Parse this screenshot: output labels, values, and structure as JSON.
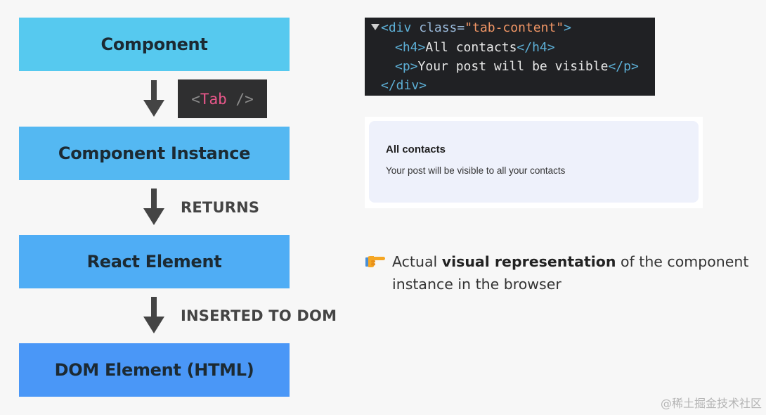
{
  "flow": {
    "boxes": [
      {
        "label": "Component",
        "color": "#56c9ef"
      },
      {
        "label": "Component Instance",
        "color": "#54b8f2"
      },
      {
        "label": "React Element",
        "color": "#4fadf5"
      },
      {
        "label": "DOM Element (HTML)",
        "color": "#4a97f7"
      }
    ],
    "tab_chip": {
      "open": "<",
      "name": "Tab",
      "close": " />"
    },
    "labels": {
      "returns": "RETURNS",
      "inserted": "INSERTED TO DOM"
    }
  },
  "code": {
    "line1": {
      "open": "<div",
      "attr": " class=",
      "value": "\"tab-content\"",
      "end": ">"
    },
    "line2": {
      "open": "<h4>",
      "text": "All contacts",
      "close": "</h4>"
    },
    "line3": {
      "open": "<p>",
      "text": "Your post will be visible",
      "close": "</p>"
    },
    "line4": "</div>"
  },
  "preview": {
    "heading": "All contacts",
    "body": "Your post will be visible to all your contacts"
  },
  "note": {
    "prefix": "Actual ",
    "bold": "visual representation",
    "suffix": " of the component",
    "line2": "instance in the browser"
  },
  "watermark": "@稀土掘金技术社区"
}
